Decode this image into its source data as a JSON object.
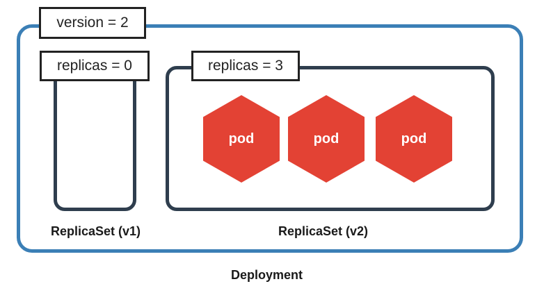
{
  "deployment": {
    "label": "Deployment",
    "version_label": "version = 2",
    "border_color": "#3b7fb6"
  },
  "replicasets": [
    {
      "label": "ReplicaSet (v1)",
      "replicas_label": "replicas = 0",
      "pods": []
    },
    {
      "label": "ReplicaSet (v2)",
      "replicas_label": "replicas = 3",
      "pods": [
        "pod",
        "pod",
        "pod"
      ]
    }
  ],
  "colors": {
    "pod": "#e34234",
    "replicaset_border": "#2f3e4e"
  }
}
